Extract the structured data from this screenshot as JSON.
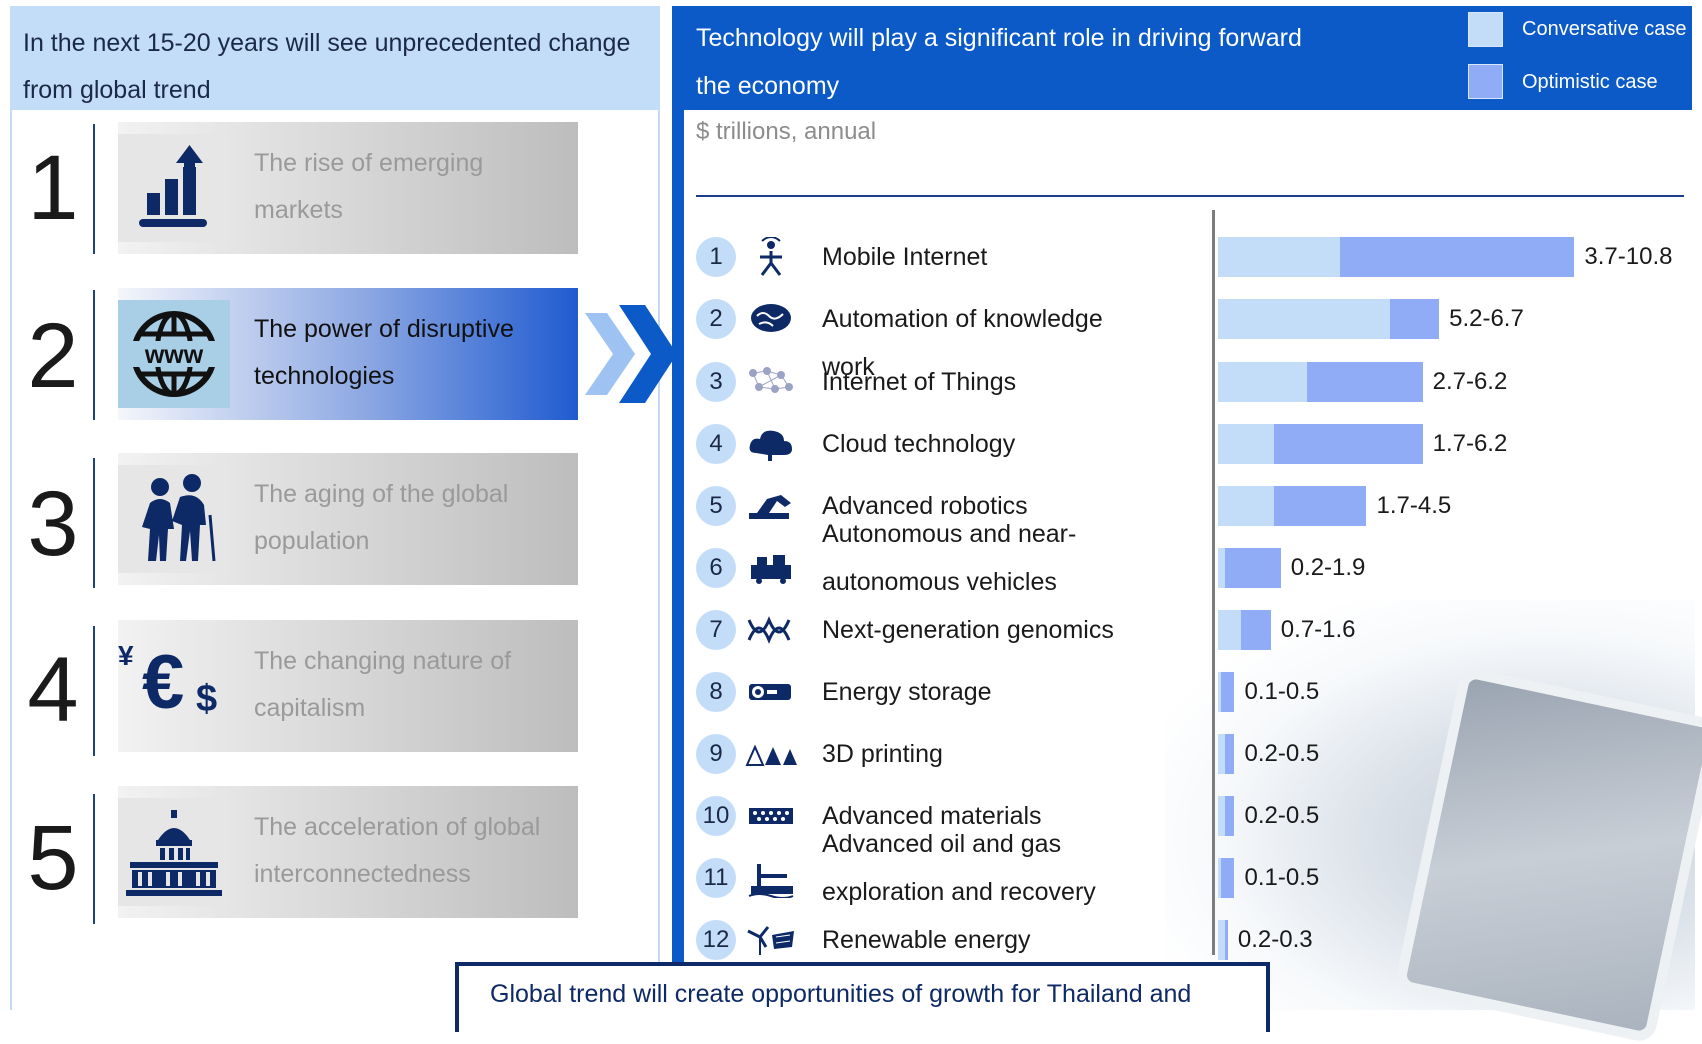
{
  "left": {
    "header": "In the next 15-20 years will see unprecedented change from global trend",
    "trends": [
      {
        "num": "1",
        "label": "The rise of emerging markets",
        "icon": "bar-chart-up-icon",
        "active": false
      },
      {
        "num": "2",
        "label": "The power of disruptive technologies",
        "icon": "www-globe-icon",
        "active": true
      },
      {
        "num": "3",
        "label": "The aging of the global population",
        "icon": "elderly-couple-icon",
        "active": false
      },
      {
        "num": "4",
        "label": "The changing nature of capitalism",
        "icon": "currency-symbols-icon",
        "active": false
      },
      {
        "num": "5",
        "label": "The acceleration of global interconnectedness",
        "icon": "capitol-building-icon",
        "active": false
      }
    ],
    "currency_glyphs": {
      "yen": "¥",
      "euro": "€",
      "dollar": "$"
    },
    "www_text": "www"
  },
  "right": {
    "header": "Technology will play a significant role in driving forward the economy",
    "unit": "$ trillions, annual",
    "legend": [
      {
        "label": "Conversative case",
        "color": "#c3dcf8"
      },
      {
        "label": "Optimistic case",
        "color": "#91acf6"
      }
    ]
  },
  "chart_data": {
    "type": "bar",
    "orientation": "horizontal",
    "stacked_range": true,
    "categories": [
      "Mobile Internet",
      "Automation of knowledge work",
      "Internet of Things",
      "Cloud technology",
      "Advanced robotics",
      "Autonomous and near-autonomous vehicles",
      "Next-generation genomics",
      "Energy storage",
      "3D printing",
      "Advanced materials",
      "Advanced oil and gas exploration and recovery",
      "Renewable energy"
    ],
    "numbers": [
      "1",
      "2",
      "3",
      "4",
      "5",
      "6",
      "7",
      "8",
      "9",
      "10",
      "11",
      "12"
    ],
    "icons": [
      "antenna-person-icon",
      "brain-icon",
      "network-icon",
      "cloud-hand-icon",
      "robot-arm-icon",
      "vehicles-icon",
      "dna-icon",
      "battery-icon",
      "printed-objects-icon",
      "material-mesh-icon",
      "oil-rig-icon",
      "wind-solar-icon"
    ],
    "series": [
      {
        "name": "Conversative case",
        "values": [
          3.7,
          5.2,
          2.7,
          1.7,
          1.7,
          0.2,
          0.7,
          0.1,
          0.2,
          0.2,
          0.1,
          0.2
        ]
      },
      {
        "name": "Optimistic case",
        "values": [
          10.8,
          6.7,
          6.2,
          6.2,
          4.5,
          1.9,
          1.6,
          0.5,
          0.5,
          0.5,
          0.5,
          0.3
        ]
      }
    ],
    "value_labels": [
      "3.7-10.8",
      "5.2-6.7",
      "2.7-6.2",
      "1.7-6.2",
      "1.7-4.5",
      "0.2-1.9",
      "0.7-1.6",
      "0.1-0.5",
      "0.2-0.5",
      "0.2-0.5",
      "0.1-0.5",
      "0.2-0.3"
    ],
    "xlim": [
      0,
      10.8
    ],
    "colors": {
      "conservative": "#c3dcf8",
      "optimistic": "#91acf6"
    }
  },
  "bottom": {
    "text": "Global trend will create opportunities of growth for Thailand and"
  },
  "colors": {
    "brand_blue": "#0b5ac8",
    "light_blue": "#c3dcf8",
    "navy": "#0e2a66"
  }
}
